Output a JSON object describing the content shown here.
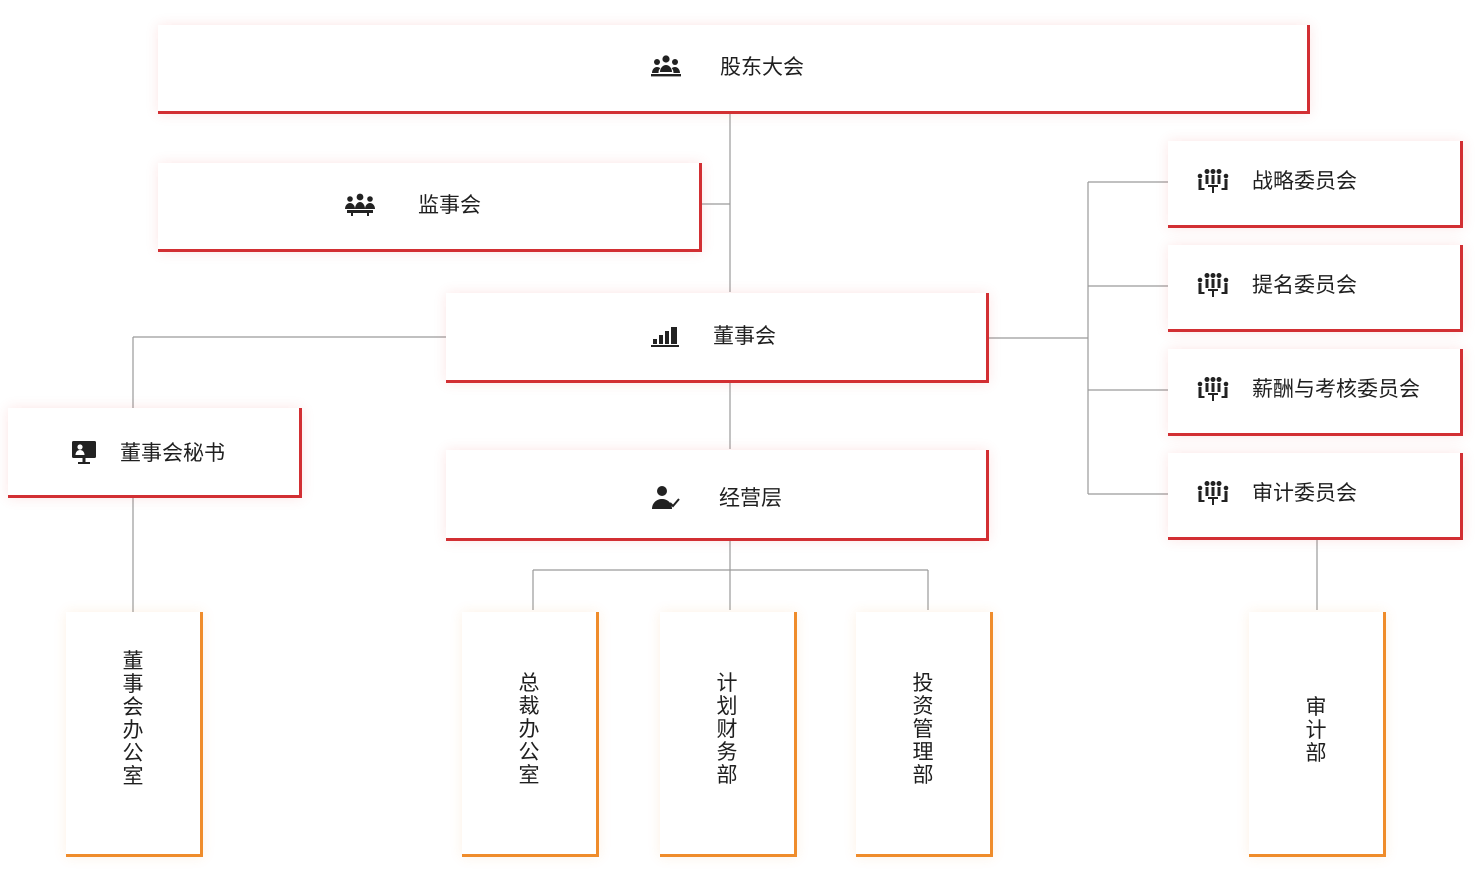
{
  "nodes": {
    "shareholders_meeting": {
      "label": "股东大会",
      "icon": "group-icon"
    },
    "supervisory_board": {
      "label": "监事会",
      "icon": "meeting-icon"
    },
    "board_of_directors": {
      "label": "董事会",
      "icon": "bar-chart-icon"
    },
    "board_secretary": {
      "label": "董事会秘书",
      "icon": "monitor-user-icon"
    },
    "management": {
      "label": "经营层",
      "icon": "user-check-icon"
    },
    "strategy_committee": {
      "label": "战略委员会",
      "icon": "committee-icon"
    },
    "nomination_committee": {
      "label": "提名委员会",
      "icon": "committee-icon"
    },
    "compensation_committee": {
      "label": "薪酬与考核委员会",
      "icon": "committee-icon"
    },
    "audit_committee": {
      "label": "审计委员会",
      "icon": "committee-icon"
    }
  },
  "departments": {
    "board_office": "董事会办公室",
    "president_office": "总裁办公室",
    "planning_finance": "计划财务部",
    "investment_management": "投资管理部",
    "audit_department": "审计部"
  },
  "colors": {
    "primary_accent": "#d22f33",
    "department_accent": "#ef8c2b",
    "connector": "#9a9a9a"
  }
}
